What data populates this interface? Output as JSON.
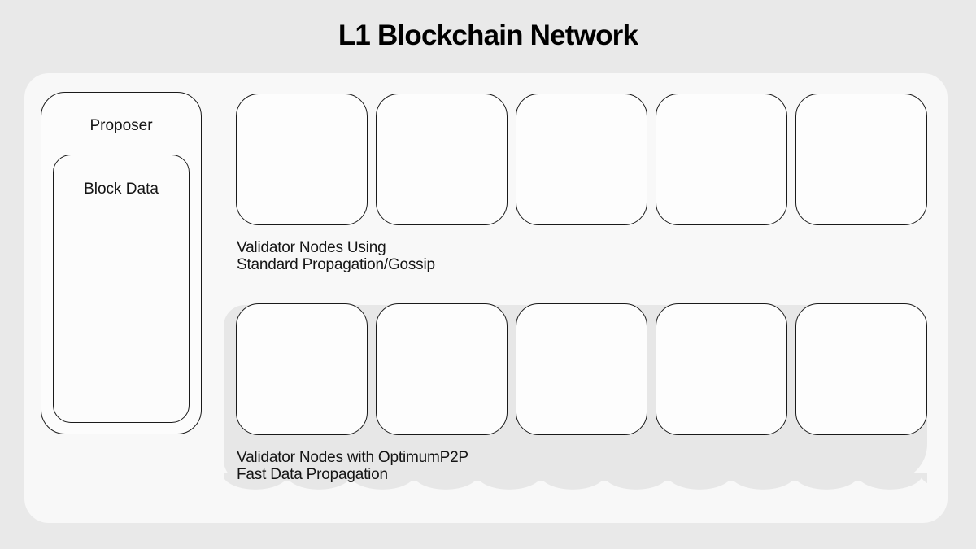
{
  "title": "L1 Blockchain Network",
  "proposer": {
    "label": "Proposer",
    "block_data_label": "Block Data"
  },
  "standard_group": {
    "label_line1": "Validator Nodes Using",
    "label_line2": "Standard Propagation/Gossip",
    "node_count": 5
  },
  "optimum_group": {
    "label_line1": "Validator Nodes with OptimumP2P",
    "label_line2": "Fast Data Propagation",
    "node_count": 5
  },
  "colors": {
    "page_bg": "#e9e9e9",
    "panel_bg": "#f8f8f8",
    "node_bg": "#fdfdfd",
    "stroke": "#1a1a1a",
    "highlight": "#e7e7e7",
    "text": "#141414"
  }
}
